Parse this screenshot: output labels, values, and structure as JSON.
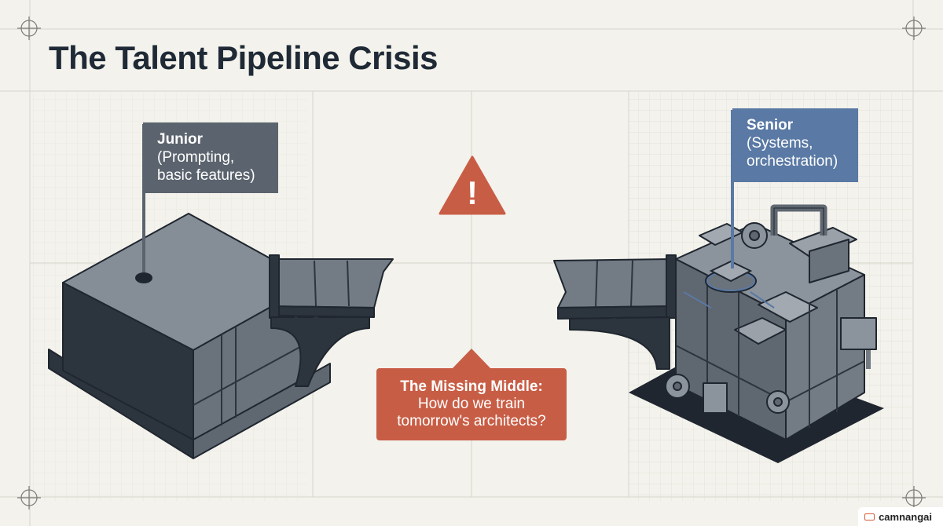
{
  "title": "The Talent Pipeline Crisis",
  "junior": {
    "heading": "Junior",
    "detail": "(Prompting,\nbasic features)",
    "color": "#5b646e"
  },
  "senior": {
    "heading": "Senior",
    "detail": "(Systems,\norchestration)",
    "color": "#5a79a4"
  },
  "warning": {
    "symbol": "!",
    "color": "#c85d45",
    "icon": "warning-triangle-icon"
  },
  "callout": {
    "heading": "The Missing Middle:",
    "detail": "How do we train\ntomorrow's architects?",
    "color": "#c85d45"
  },
  "brand": {
    "name": "camnangai",
    "icon": "camnangai-logo-icon"
  },
  "colors": {
    "background": "#f3f2ec",
    "structure": "#5f6770",
    "structure_dark": "#2c343e",
    "accent": "#c85d45"
  }
}
